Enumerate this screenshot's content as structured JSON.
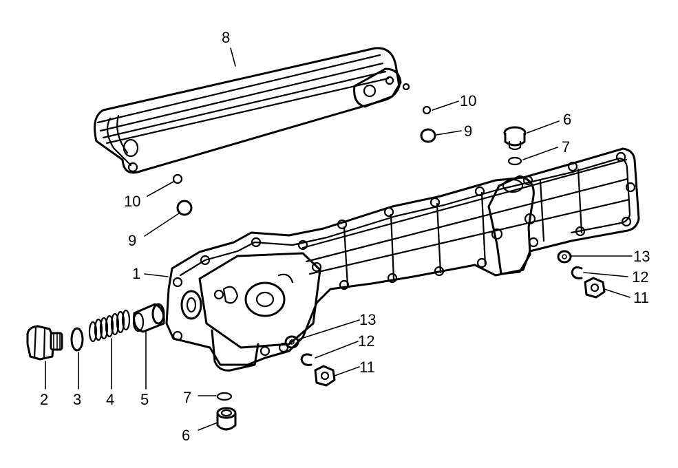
{
  "callouts": [
    {
      "id": "c1",
      "text": "1"
    },
    {
      "id": "c2",
      "text": "2"
    },
    {
      "id": "c3",
      "text": "3"
    },
    {
      "id": "c4",
      "text": "4"
    },
    {
      "id": "c5",
      "text": "5"
    },
    {
      "id": "c6a",
      "text": "6"
    },
    {
      "id": "c6b",
      "text": "6"
    },
    {
      "id": "c7a",
      "text": "7"
    },
    {
      "id": "c7b",
      "text": "7"
    },
    {
      "id": "c8",
      "text": "8"
    },
    {
      "id": "c9a",
      "text": "9"
    },
    {
      "id": "c9b",
      "text": "9"
    },
    {
      "id": "c10a",
      "text": "10"
    },
    {
      "id": "c10b",
      "text": "10"
    },
    {
      "id": "c11a",
      "text": "11"
    },
    {
      "id": "c11b",
      "text": "11"
    },
    {
      "id": "c12a",
      "text": "12"
    },
    {
      "id": "c12b",
      "text": "12"
    },
    {
      "id": "c13a",
      "text": "13"
    },
    {
      "id": "c13b",
      "text": "13"
    }
  ]
}
